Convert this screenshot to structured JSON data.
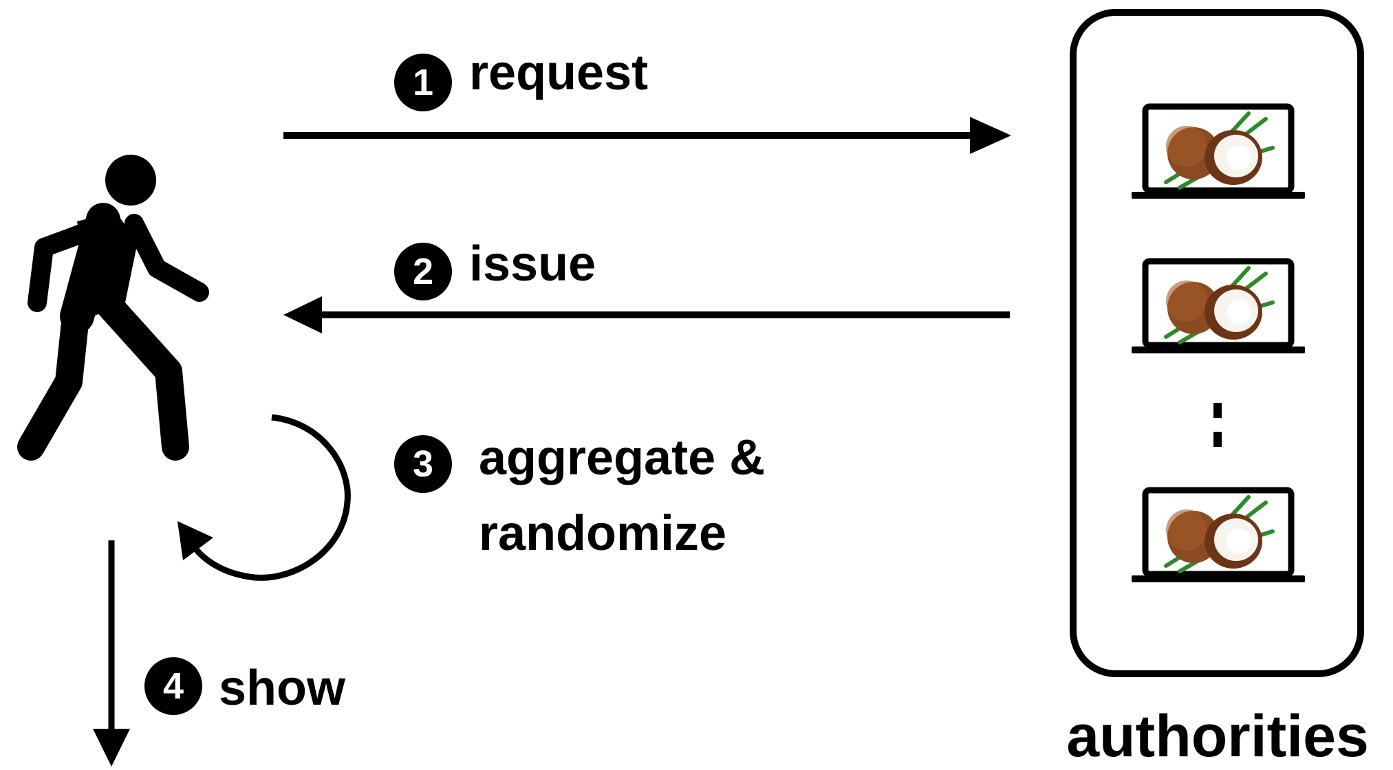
{
  "colors": {
    "ink": "#000000",
    "background": "#ffffff",
    "coconut_shell": "#7a3d1b",
    "coconut_flesh": "#f7f4ee",
    "leaf": "#2f8a2a"
  },
  "steps": [
    {
      "number": "1",
      "label": "request"
    },
    {
      "number": "2",
      "label": "issue"
    },
    {
      "number": "3",
      "label_line1": "aggregate &",
      "label_line2": "randomize"
    },
    {
      "number": "4",
      "label": "show"
    }
  ],
  "actors": {
    "user_icon": "walking-person-icon",
    "authorities_label": "authorities",
    "authority_icon": "laptop-coconut-icon",
    "authority_count_shown": 3,
    "ellipsis": "vertical-dots"
  }
}
